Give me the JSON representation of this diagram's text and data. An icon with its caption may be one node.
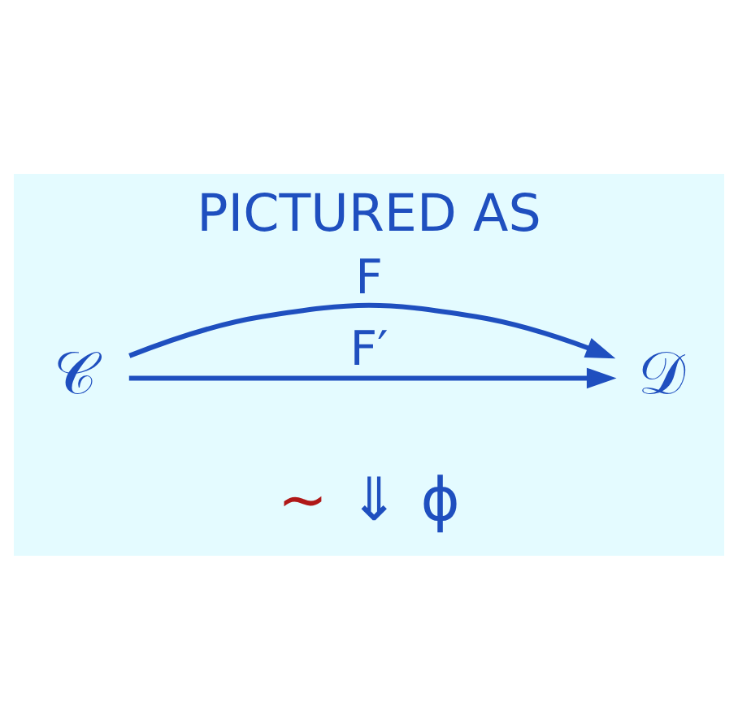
{
  "diagram": {
    "title": "PICTURED AS",
    "nodes": [
      {
        "text": [
          "𝒞"
        ]
      },
      {
        "text": [
          "𝒟"
        ]
      }
    ],
    "edges": [
      {
        "from": 0,
        "to": 1,
        "label": "F",
        "arrow": "to"
      },
      {
        "from": 0,
        "to": 1,
        "label": "F′",
        "arrow": "to"
      }
    ],
    "labels": [
      "~",
      "⇓",
      "ϕ"
    ]
  }
}
